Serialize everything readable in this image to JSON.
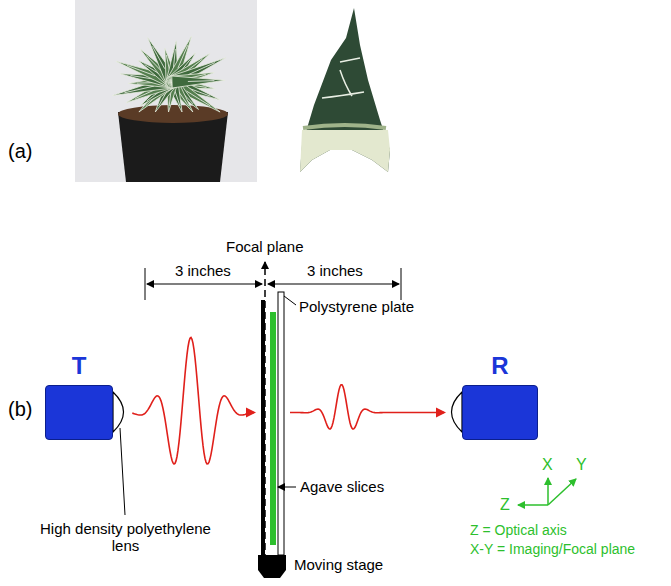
{
  "diagram": {
    "nodes": [
      {
        "text": [
          "T"
        ]
      },
      {
        "text": [
          "R"
        ]
      }
    ],
    "edges": [
      {
        "from": 0,
        "to": 1,
        "arrow": "to"
      }
    ],
    "labels": [
      "(a)",
      "(b)",
      "Focal plane",
      "3 inches",
      "3 inches",
      "Polystyrene plate",
      "Agave slices",
      "High density polyethylene lens",
      "Moving stage",
      "X",
      "Y",
      "Z",
      "Z = Optical axis",
      "X-Y = Imaging/Focal plane"
    ]
  }
}
